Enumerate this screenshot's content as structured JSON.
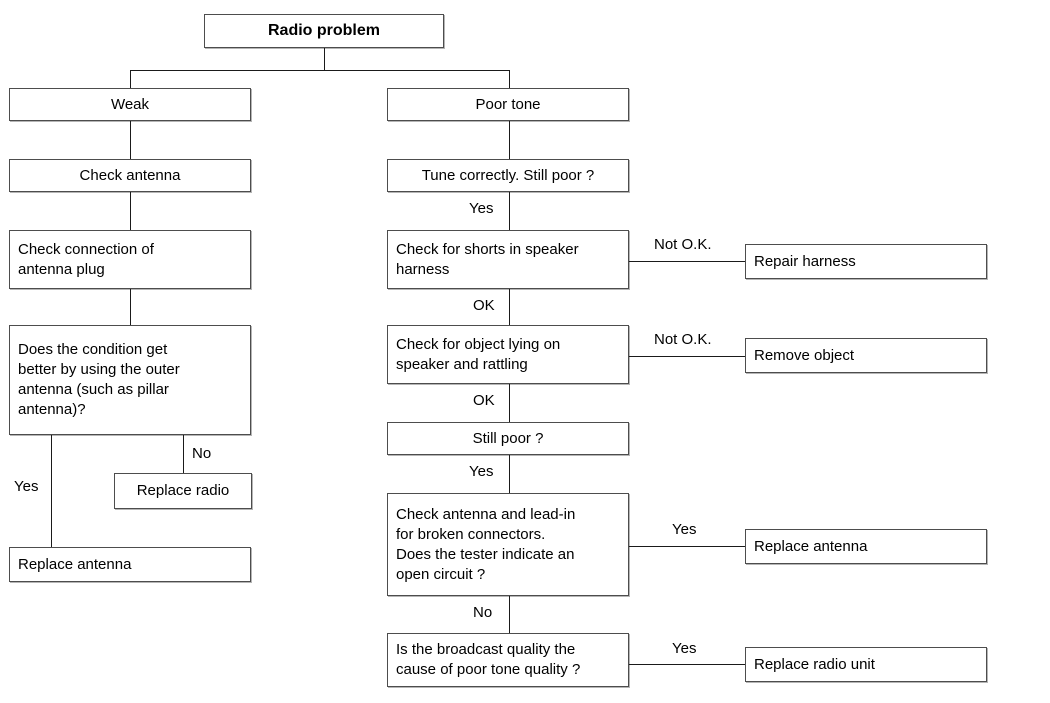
{
  "diagram": {
    "title": "Radio problem",
    "type": "troubleshooting-flowchart",
    "nodes": {
      "root": "Radio problem",
      "weak": "Weak",
      "check_antenna": "Check antenna",
      "check_connection": "Check connection of\nantenna plug",
      "does_condition": "Does the condition get\nbetter by using the outer\nantenna (such as pillar\nantenna)?",
      "replace_radio": "Replace radio",
      "replace_antenna_left": "Replace antenna",
      "poor_tone": "Poor tone",
      "tune_correctly": "Tune correctly. Still poor ?",
      "check_shorts": "Check for shorts in speaker\nharness",
      "repair_harness": "Repair harness",
      "check_object": "Check for object lying on\nspeaker and rattling",
      "remove_object": "Remove object",
      "still_poor": "Still poor ?",
      "check_leadin": "Check antenna and lead-in\nfor broken connectors.\nDoes the tester indicate an\nopen circuit ?",
      "replace_antenna_right": "Replace antenna",
      "is_broadcast": "Is the broadcast quality the\ncause of poor tone quality ?",
      "replace_radio_unit": "Replace radio unit"
    },
    "edge_labels": {
      "cond_yes": "Yes",
      "cond_no": "No",
      "tune_yes": "Yes",
      "shorts_not_ok": "Not O.K.",
      "shorts_ok": "OK",
      "object_not_ok": "Not O.K.",
      "object_ok": "OK",
      "still_poor_yes": "Yes",
      "leadin_yes": "Yes",
      "leadin_no": "No",
      "broadcast_yes": "Yes"
    },
    "colors": {
      "border": "#4d4d4d",
      "line": "#1a1a1a",
      "background": "#ffffff",
      "text": "#000000"
    }
  }
}
